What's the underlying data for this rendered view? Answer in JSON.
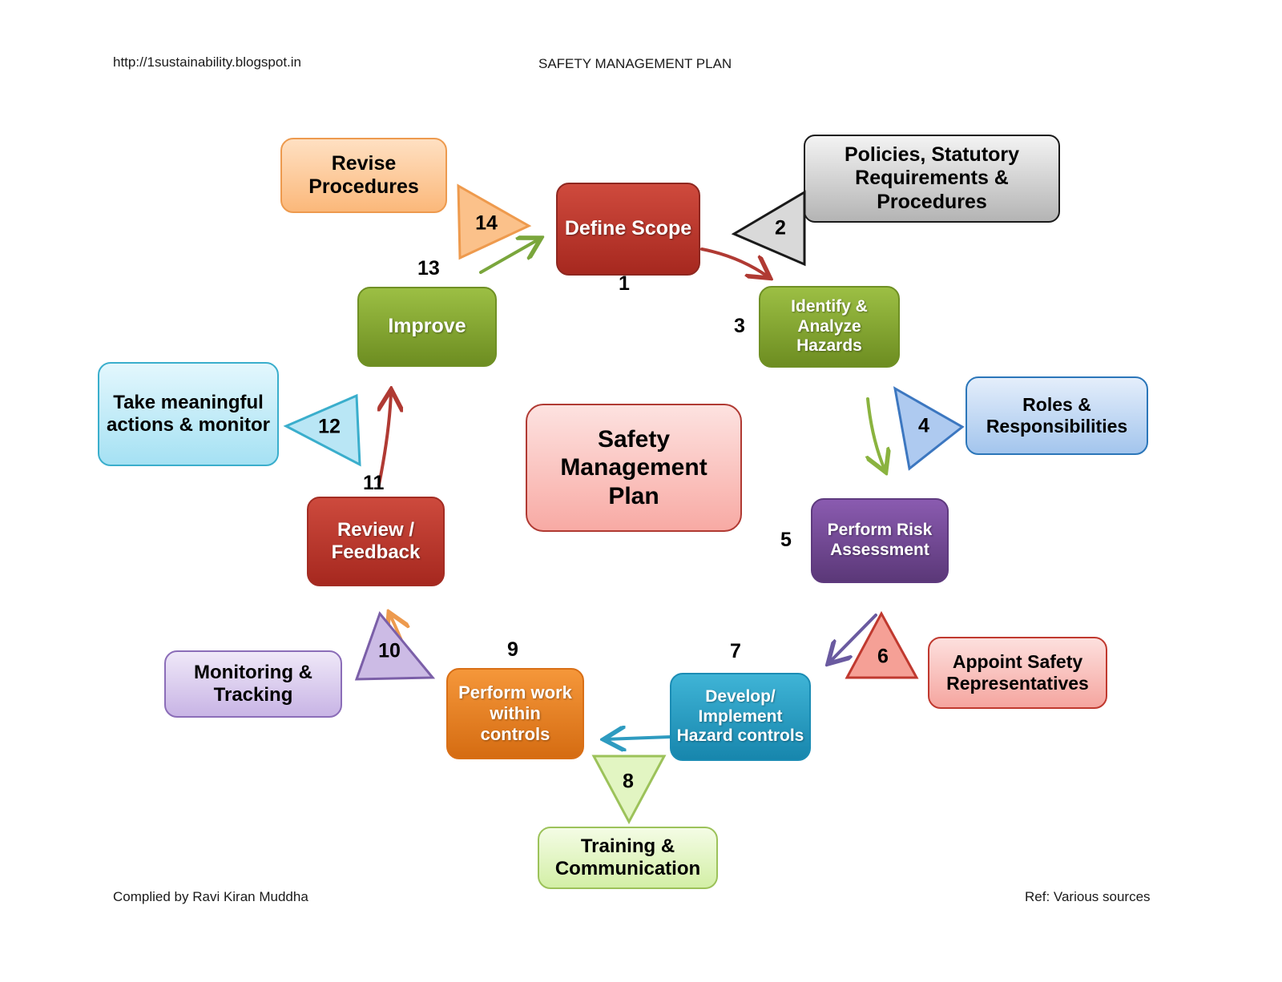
{
  "header": {
    "url": "http://1sustainability.blogspot.in",
    "title": "SAFETY MANAGEMENT PLAN"
  },
  "footer": {
    "compiler": "Complied by Ravi Kiran Muddha",
    "reference": "Ref: Various sources"
  },
  "center": {
    "label": "Safety Management Plan"
  },
  "nodes": [
    {
      "id": "revise-procedures",
      "label": "Revise Procedures",
      "step": "",
      "fill": "#ffd3a6",
      "fill2": "#fbbd82",
      "border": "#ed9a4e",
      "text": "#000000"
    },
    {
      "id": "define-scope",
      "label": "Define Scope",
      "step": "1",
      "fill": "#c0392f",
      "fill2": "#a32c23",
      "border": "#8e2720",
      "text": "#ffffff"
    },
    {
      "id": "policies",
      "label": "Policies, Statutory Requirements & Procedures",
      "step": "",
      "fill": "#eeeeee",
      "fill2": "#b8b8b8",
      "border": "#1a1a1a",
      "text": "#000000"
    },
    {
      "id": "identify-hazards",
      "label": "Identify & Analyze Hazards",
      "step": "3",
      "fill": "#8bb234",
      "fill2": "#6f9024",
      "border": "#6f9024",
      "text": "#ffffff"
    },
    {
      "id": "roles",
      "label": "Roles & Responsibilities",
      "step": "",
      "fill": "#dce9fa",
      "fill2": "#a8c8ee",
      "border": "#2b76b9",
      "text": "#000000"
    },
    {
      "id": "risk-assessment",
      "label": "Perform Risk Assessment",
      "step": "5",
      "fill": "#7b4fa0",
      "fill2": "#5e3a7e",
      "border": "#5e3a7e",
      "text": "#ffffff"
    },
    {
      "id": "safety-reps",
      "label": "Appoint Safety Representatives",
      "step": "",
      "fill": "#fbd5d3",
      "fill2": "#f7a9a4",
      "border": "#c0392f",
      "text": "#000000"
    },
    {
      "id": "hazard-controls",
      "label": "Develop/ Implement Hazard controls",
      "step": "7",
      "fill": "#35a9ce",
      "fill2": "#1b8cb4",
      "border": "#1b8cb4",
      "text": "#ffffff"
    },
    {
      "id": "training",
      "label": "Training & Communication",
      "step": "",
      "fill": "#eefada",
      "fill2": "#d6f0ae",
      "border": "#9cc25a",
      "text": "#000000"
    },
    {
      "id": "perform-work",
      "label": "Perform work within controls",
      "step": "9",
      "fill": "#f0892a",
      "fill2": "#d96f16",
      "border": "#d96f16",
      "text": "#ffffff"
    },
    {
      "id": "monitoring",
      "label": "Monitoring & Tracking",
      "step": "",
      "fill": "#e7ddf4",
      "fill2": "#cdbbe8",
      "border": "#8b6db8",
      "text": "#000000"
    },
    {
      "id": "review-feedback",
      "label": "Review / Feedback",
      "step": "11",
      "fill": "#c0392f",
      "fill2": "#a32c23",
      "border": "#a32c23",
      "text": "#ffffff"
    },
    {
      "id": "take-actions",
      "label": "Take meaningful actions & monitor",
      "step": "",
      "fill": "#d4f2fb",
      "fill2": "#aee4f5",
      "border": "#3aaecc",
      "text": "#000000"
    },
    {
      "id": "improve",
      "label": "Improve",
      "step": "13",
      "fill": "#8bb234",
      "fill2": "#6f9024",
      "border": "#6f9024",
      "text": "#ffffff"
    }
  ],
  "triangles": [
    {
      "id": "tri-14",
      "number": "14",
      "fill": "#fbc18a",
      "border": "#ee9a4d"
    },
    {
      "id": "tri-2",
      "number": "2",
      "fill": "#d9d9d9",
      "border": "#1a1a1a"
    },
    {
      "id": "tri-4",
      "number": "4",
      "fill": "#aecaf0",
      "border": "#3c77c0"
    },
    {
      "id": "tri-6",
      "number": "6",
      "fill": "#f5a096",
      "border": "#c0392f"
    },
    {
      "id": "tri-8",
      "number": "8",
      "fill": "#e2f5c2",
      "border": "#9cc25a"
    },
    {
      "id": "tri-10",
      "number": "10",
      "fill": "#ccbbe5",
      "border": "#7b5fa8"
    },
    {
      "id": "tri-12",
      "number": "12",
      "fill": "#b9e6f5",
      "border": "#3aaecc"
    }
  ],
  "arrows": [
    {
      "id": "arrow-improve-to-define",
      "color": "#7aa63c"
    },
    {
      "id": "arrow-define-to-identify",
      "color": "#b03a33"
    },
    {
      "id": "arrow-identify-to-risk",
      "color": "#8ab33f"
    },
    {
      "id": "arrow-risk-to-hazard-controls",
      "color": "#6a5aa0"
    },
    {
      "id": "arrow-hazard-to-perform-work",
      "color": "#2e9bc0"
    },
    {
      "id": "arrow-perform-to-review",
      "color": "#ed9a4e"
    },
    {
      "id": "arrow-review-to-improve",
      "color": "#b03a33"
    }
  ],
  "step_labels": [
    {
      "id": "step-1",
      "value": "1"
    },
    {
      "id": "step-3",
      "value": "3"
    },
    {
      "id": "step-5",
      "value": "5"
    },
    {
      "id": "step-7",
      "value": "7"
    },
    {
      "id": "step-9",
      "value": "9"
    },
    {
      "id": "step-11",
      "value": "11"
    },
    {
      "id": "step-13",
      "value": "13"
    }
  ]
}
